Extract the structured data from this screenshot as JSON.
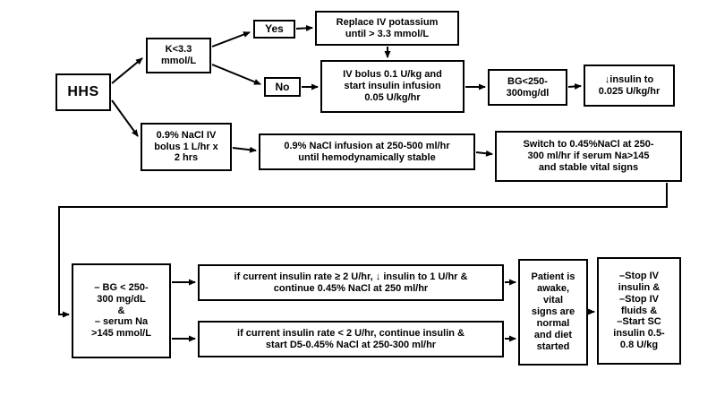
{
  "diagram": {
    "title": "HHS management flowchart",
    "nodes": {
      "hhs": {
        "label": "HHS"
      },
      "k_check": {
        "label": "K<3.3\nmmol/L"
      },
      "yes": {
        "label": "Yes"
      },
      "replace_k": {
        "label": "Replace IV potassium\nuntil > 3.3 mmol/L"
      },
      "no": {
        "label": "No"
      },
      "iv_bolus": {
        "label": "IV bolus 0.1 U/kg and\nstart insulin infusion\n0.05 U/kg/hr"
      },
      "bg_check": {
        "label": "BG<250-\n300mg/dl"
      },
      "reduce_insulin": {
        "label": "↓insulin to\n0.025 U/kg/hr"
      },
      "nacl_bolus": {
        "label": "0.9% NaCl IV\nbolus 1 L/hr x\n2 hrs"
      },
      "nacl_infusion": {
        "label": "0.9% NaCl infusion at 250-500 ml/hr\nuntil hemodynamically stable"
      },
      "switch_nacl": {
        "label": "Switch to 0.45%NaCl at 250-\n300 ml/hr if serum Na>145\nand stable vital signs"
      },
      "bg_na_check": {
        "label": "– BG < 250-\n300 mg/dL\n&\n– serum Na\n>145 mmol/L"
      },
      "rate_high": {
        "label": "if current insulin rate ≥ 2 U/hr, ↓ insulin to 1 U/hr &\ncontinue 0.45% NaCl at 250 ml/hr"
      },
      "rate_low": {
        "label": "if current insulin rate < 2 U/hr, continue insulin &\nstart D5-0.45% NaCl at 250-300 ml/hr"
      },
      "patient_awake": {
        "label": "Patient is\nawake,\nvital\nsigns are\nnormal\nand diet\nstarted"
      },
      "stop_iv": {
        "label": "–Stop IV\ninsulin &\n–Stop IV\nfluids &\n–Start SC\ninsulin 0.5-\n0.8 U/kg"
      }
    },
    "edges": [
      {
        "from": "hhs",
        "to": "k_check"
      },
      {
        "from": "hhs",
        "to": "nacl_bolus"
      },
      {
        "from": "k_check",
        "to": "yes"
      },
      {
        "from": "k_check",
        "to": "no"
      },
      {
        "from": "yes",
        "to": "replace_k"
      },
      {
        "from": "replace_k",
        "to": "iv_bolus"
      },
      {
        "from": "no",
        "to": "iv_bolus"
      },
      {
        "from": "iv_bolus",
        "to": "bg_check"
      },
      {
        "from": "bg_check",
        "to": "reduce_insulin"
      },
      {
        "from": "nacl_bolus",
        "to": "nacl_infusion"
      },
      {
        "from": "nacl_infusion",
        "to": "switch_nacl"
      },
      {
        "from": "switch_nacl",
        "to": "bg_na_check"
      },
      {
        "from": "bg_na_check",
        "to": "rate_high"
      },
      {
        "from": "bg_na_check",
        "to": "rate_low"
      },
      {
        "from": "rate_high",
        "to": "patient_awake"
      },
      {
        "from": "rate_low",
        "to": "patient_awake"
      },
      {
        "from": "patient_awake",
        "to": "stop_iv"
      }
    ],
    "colors": {
      "line": "#000000",
      "box_border": "#000000",
      "background": "#ffffff",
      "text": "#000000"
    }
  }
}
